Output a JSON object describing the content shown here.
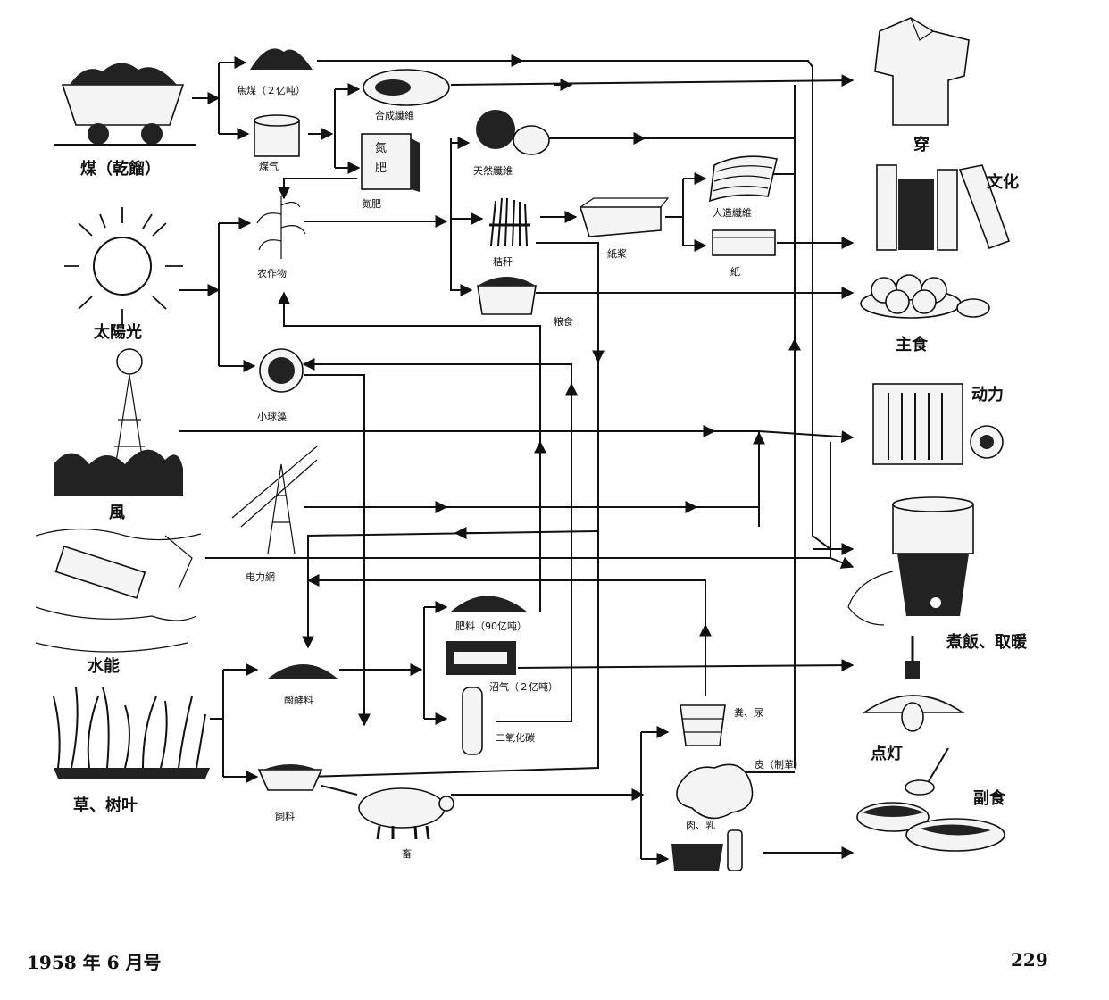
{
  "sources": {
    "coal": "煤（乾餾）",
    "sunlight": "太陽光",
    "wind": "風",
    "water_power": "水能",
    "grass": "草、树叶"
  },
  "intermediates": {
    "coke": "焦煤（２亿吨）",
    "coal_gas": "煤气",
    "synthetic_fiber": "合成纖維",
    "fertilizer_bag": "氮\n肥",
    "fertilizer": "氮肥",
    "natural_fiber": "天然纖維",
    "crops": "农作物",
    "stalks": "秸秆",
    "pulp": "紙浆",
    "rayon": "人造纖維",
    "paper": "紙",
    "grain": "粮食",
    "chlorella": "小球藻",
    "power_grid": "电力網",
    "compost": "醱酵料",
    "fertilizer2": "肥料（90亿吨）",
    "methane": "沼气（２亿吨）",
    "co2": "二氧化碳",
    "feed": "飼料",
    "livestock": "畜",
    "manure": "粪、尿",
    "hide": "皮（制革）",
    "meat_milk": "肉、乳"
  },
  "outputs": {
    "clothing": "穿",
    "culture": "文化",
    "staple_food": "主食",
    "power": "动力",
    "cooking": "煮飯、取暖",
    "lighting": "点灯",
    "side_food": "副食"
  },
  "footer": {
    "issue": "1958 年 6 月号",
    "page": "229"
  }
}
